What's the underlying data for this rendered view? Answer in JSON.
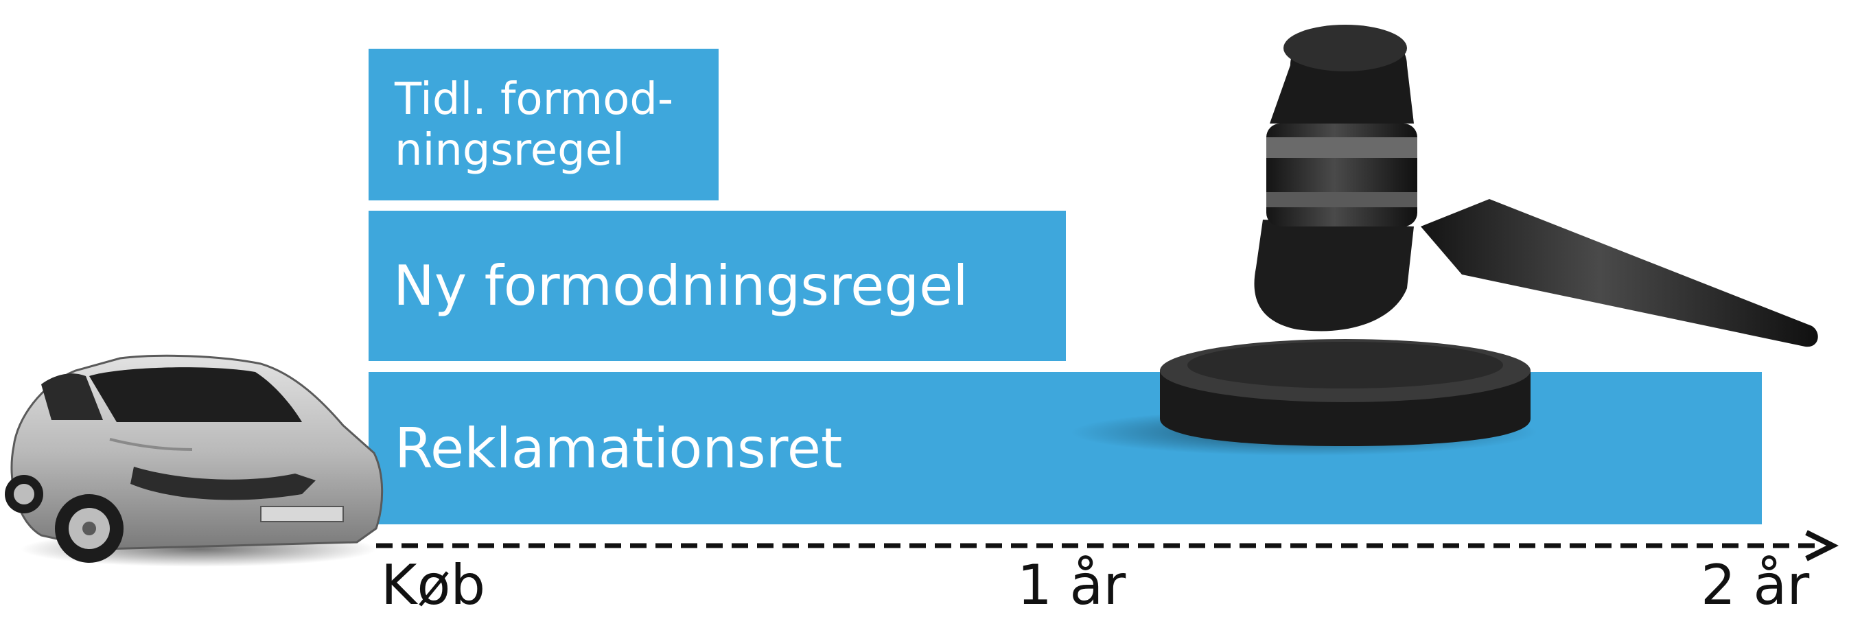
{
  "bars": {
    "tidl": "Tidl. formod-\nningsregel",
    "ny": "Ny formodningsregel",
    "reklamation": "Reklamationsret"
  },
  "timeline": {
    "ticks": [
      "Køb",
      "1 år",
      "2 år"
    ]
  },
  "colors": {
    "bar_fill": "#3ea7dc",
    "text_light": "#ffffff",
    "text_dark": "#111111"
  },
  "icons": [
    "car-illustration",
    "gavel-icon"
  ]
}
